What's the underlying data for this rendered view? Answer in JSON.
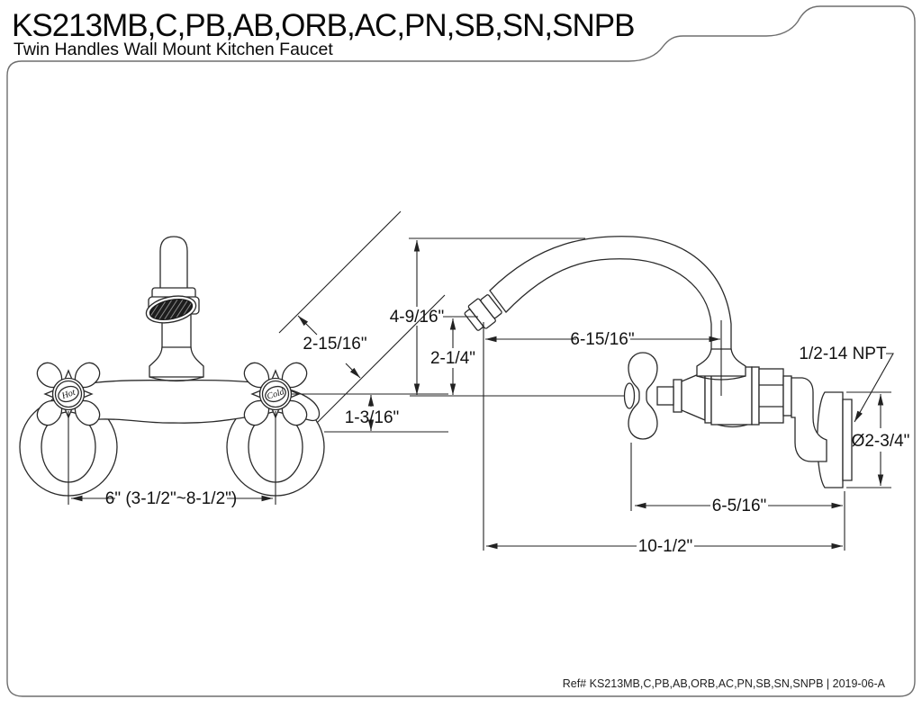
{
  "header": {
    "title": "KS213MB,C,PB,AB,ORB,AC,PN,SB,SN,SNPB",
    "subtitle": "Twin Handles Wall Mount Kitchen Faucet"
  },
  "front_view": {
    "hot_label": "Hot",
    "cold_label": "Cold",
    "handle_span_dim": "6\" (3-1/2\"~8-1/2\")",
    "handle_diagonal_dim": "2-15/16\"",
    "handle_drop_dim": "1-3/16\""
  },
  "side_view": {
    "spout_height_dim": "4-9/16\"",
    "spout_clearance_dim": "2-1/4\"",
    "spout_reach_dim": "6-15/16\"",
    "thread_label": "1/2-14 NPT",
    "flange_diameter_dim": "Ø2-3/4\"",
    "body_to_wall_dim": "6-5/16\"",
    "overall_width_dim": "10-1/2\""
  },
  "footer": {
    "reference": "Ref# KS213MB,C,PB,AB,ORB,AC,PN,SB,SN,SNPB | 2019-06-A"
  }
}
